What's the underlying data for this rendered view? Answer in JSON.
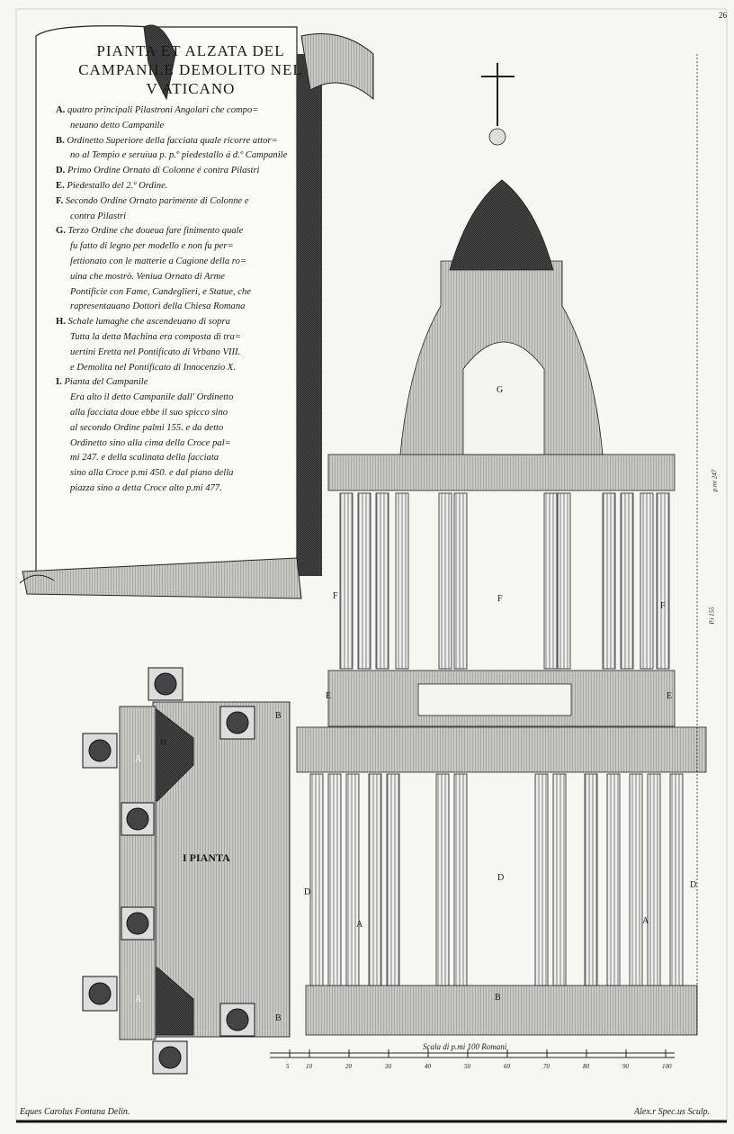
{
  "page_number": "26",
  "title_lines": [
    "PIANTA  ET ALZATA DEL",
    "CAMPANILE DEMOLITO NEL",
    "V ATICANO"
  ],
  "legend": [
    {
      "key": "A.",
      "lines": [
        "quatro principali Pilastroni Angolari che compo=",
        "neuano detto Campanile"
      ]
    },
    {
      "key": "B.",
      "lines": [
        "Ordinetto Superiore della facciata quale ricorre attor=",
        "no al Tempio e seruiua p. p.º piedestallo á d.º Campanile"
      ]
    },
    {
      "key": "D.",
      "lines": [
        "Primo Ordine Ornato di Colonne é contra Pilastri"
      ]
    },
    {
      "key": "E.",
      "lines": [
        "Piedestallo del 2.º Ordine."
      ]
    },
    {
      "key": "F.",
      "lines": [
        "Secondo Ordine Ornato parimente di Colonne e",
        "contra Pilastri"
      ]
    },
    {
      "key": "G.",
      "lines": [
        "Terzo Ordine che doueua fare finimento quale",
        "fu fatto di legno per modello e non fu per=",
        "fettionato con le matterie a Cagione della ro=",
        "uina che mostrò. Veniua Ornato di Arme",
        "Pontificie con Fame, Candeglieri, e Statue, che",
        "rapresentauano Dottori della Chiesa Romana"
      ]
    },
    {
      "key": "H.",
      "lines": [
        "Schale lumaghe che ascendeuano di sopra",
        "Tutta la detta Machina era composta di tra=",
        "uertini Eretta nel Pontificato di Vrbano VIII.",
        "e Demolita nel Pontificato di Innocenzio X."
      ]
    },
    {
      "key": "I.",
      "lines": [
        "Pianta del Campanile",
        "Era alto il detto Campanile dall' Ordinetto",
        "alla facciata doue ebbe il suo spicco sino",
        "al secondo Ordine palmi 155. e da detto",
        "Ordinetto sino alla cima della Croce pal=",
        "mi 247. e della scalinata della facciata",
        "sino alla Croce p.mi 450. e dal piano della",
        "piazza sino a detta Croce alto p.mi 477."
      ]
    }
  ],
  "plan": {
    "title": "I PIANTA",
    "labels": [
      "A",
      "A",
      "B",
      "B",
      "H"
    ]
  },
  "elevation": {
    "labels": {
      "G": "G",
      "F": "F",
      "E": "E",
      "D": "D",
      "A": "A",
      "B": "B"
    },
    "dim_upper": "p.mi 247",
    "dim_lower": "P.i 155"
  },
  "scale": {
    "caption": "Scala di p.mi 100 Romani",
    "ticks": [
      "5",
      "10",
      "20",
      "30",
      "40",
      "50",
      "60",
      "70",
      "80",
      "90",
      "100"
    ]
  },
  "credits": {
    "left": "Eques Carolus Fontana Delin.",
    "right": "Alex.r Spec.us Sculp."
  },
  "colors": {
    "paper": "#f6f6f3",
    "ink": "#1a1a1a",
    "shade": "#8a8a85"
  }
}
